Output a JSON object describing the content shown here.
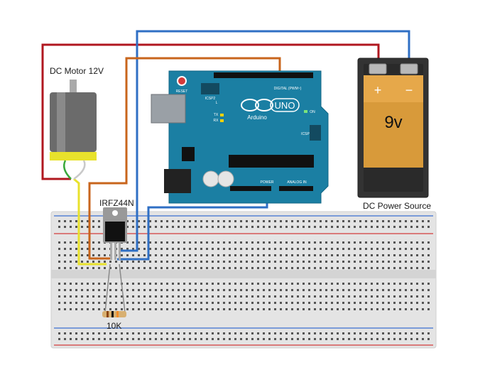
{
  "labels": {
    "motor": "DC Motor 12V",
    "mosfet": "IRFZ44N",
    "resistor": "10K",
    "power_source": "DC Power Source"
  },
  "arduino": {
    "board_text": "Arduino",
    "uno_text": "UNO",
    "reset": "RESET",
    "icsp2": "ICSP2",
    "icsp": "ICSP",
    "digital": "DIGITAL (PWM~)",
    "power": "POWER",
    "analog": "ANALOG IN",
    "on": "ON",
    "l": "L",
    "tx": "TX",
    "rx": "RX"
  },
  "battery": {
    "plus": "+",
    "minus": "−",
    "voltage": "9v"
  },
  "colors": {
    "arduino": "#1b7fa3",
    "wire_red": "#b0171f",
    "wire_blue": "#2f6fc4",
    "wire_orange": "#c8651c",
    "wire_yellow": "#e8e22c",
    "wire_green": "#3aa83a",
    "battery_body": "#333333",
    "battery_label": "#d89a3a"
  }
}
